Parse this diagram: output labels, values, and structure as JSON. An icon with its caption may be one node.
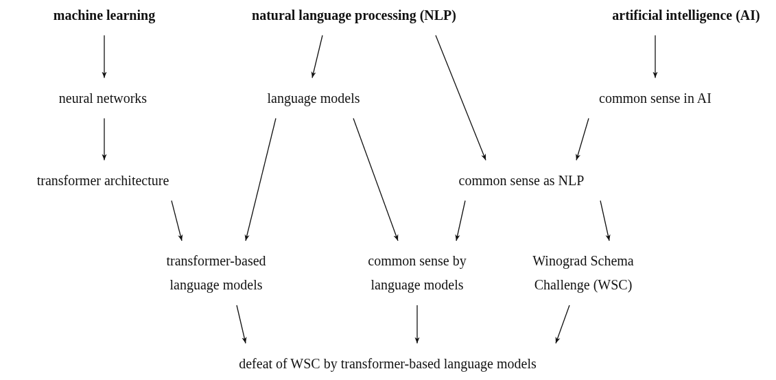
{
  "diagram": {
    "nodes": [
      {
        "text": [
          "machine learning"
        ]
      },
      {
        "text": [
          "natural language processing (NLP)"
        ]
      },
      {
        "text": [
          "artificial intelligence (AI)"
        ]
      },
      {
        "text": [
          "neural networks"
        ]
      },
      {
        "text": [
          "language models"
        ]
      },
      {
        "text": [
          "common sense in AI"
        ]
      },
      {
        "text": [
          "transformer architecture"
        ]
      },
      {
        "text": [
          "common sense as NLP"
        ]
      },
      {
        "text": [
          "transformer-based language models"
        ]
      },
      {
        "text": [
          "common sense by language models"
        ]
      },
      {
        "text": [
          "Winograd Schema Challenge (WSC)"
        ]
      },
      {
        "text": [
          "defeat of WSC by transformer-based language models"
        ]
      }
    ],
    "edges": [
      {
        "from": 0,
        "to": 3,
        "arrow": "to"
      },
      {
        "from": 1,
        "to": 4,
        "arrow": "to"
      },
      {
        "from": 1,
        "to": 7,
        "arrow": "to"
      },
      {
        "from": 2,
        "to": 5,
        "arrow": "to"
      },
      {
        "from": 3,
        "to": 6,
        "arrow": "to"
      },
      {
        "from": 4,
        "to": 8,
        "arrow": "to"
      },
      {
        "from": 4,
        "to": 9,
        "arrow": "to"
      },
      {
        "from": 5,
        "to": 7,
        "arrow": "to"
      },
      {
        "from": 6,
        "to": 8,
        "arrow": "to"
      },
      {
        "from": 7,
        "to": 9,
        "arrow": "to"
      },
      {
        "from": 7,
        "to": 10,
        "arrow": "to"
      },
      {
        "from": 8,
        "to": 11,
        "arrow": "to"
      },
      {
        "from": 9,
        "to": 11,
        "arrow": "to"
      },
      {
        "from": 10,
        "to": 11,
        "arrow": "to"
      }
    ]
  }
}
